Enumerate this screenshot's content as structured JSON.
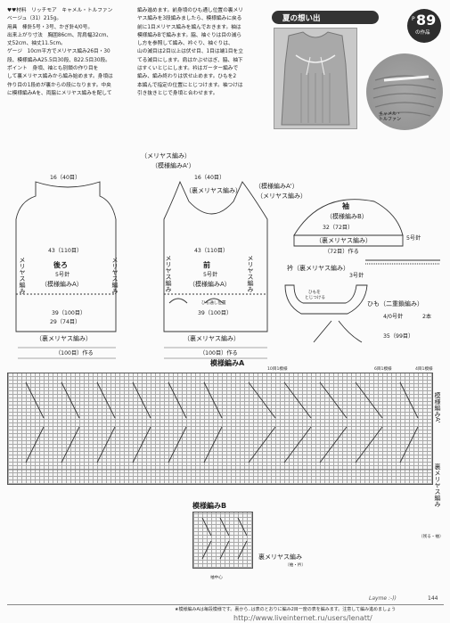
{
  "intro": {
    "col1": [
      "♥♥材料　リッチモア　キャメル・トルファン",
      "ベージュ（31）215g。",
      "用具　棒針5号・3号、かぎ針4/0号。",
      "出来上がり寸法　胸囲86cm、背肩幅32cm、",
      "丈52cm、袖丈11.5cm。",
      "ゲージ　10cm平方でメリヤス編み26目・30",
      "段、模様編みA25.5目30段、B22.5目30段。",
      "ポイント　身頃、袖とも別鎖の作り目を",
      "して裏メリヤス編みから編み始めます。身頃は",
      "作り目の1段めが裏からの段になります。中央",
      "に模様編みAを、両脇にメリヤス編みを配して"
    ],
    "col2": [
      "編み進めます。前身頃のひも通し位置の裏メリ",
      "ヤス編みを3段編みましたら、模様編みに戻る",
      "前に1目メリヤス編みを編んでおきます。袖は",
      "模様編みBで編みます。脇、袖ぐりは目の減ら",
      "し方を参照して編み、衿ぐり、袖ぐりは、",
      "山の減目は2目以上は伏せ目、1目は端1目を立",
      "てる減目にします。肩はかぶせはぎ、脇、袖下",
      "はすくいとじにします。衿はガーター編みで",
      "編み、編み終わりは伏せ止めます。ひもを2",
      "本編んで指定の位置にとじつけます。袖つけは",
      "引き抜きとじで身頃と合わせます。"
    ]
  },
  "header": {
    "title": "夏の想い出",
    "p_label": "P",
    "page_number": "89",
    "note": "の作品"
  },
  "swatch": {
    "caption_line1": "キャメル・",
    "caption_line2": "トルファン"
  },
  "back": {
    "title": "後ろ",
    "sub": "5号針",
    "pattern": "（模様編みA）",
    "left": "メリヤス編み",
    "right": "メリヤス編み",
    "bottom": "（裏メリヤス編み）",
    "dim_top": "16（40目）",
    "dim_mid": "43（110目）",
    "dim_bot": "39（100目）",
    "dim_bot2": "29（74目）",
    "dim_base": "（100目）作る"
  },
  "front": {
    "title": "前",
    "sub": "5号針",
    "pattern": "（模様編みA）",
    "left": "メリヤス編み",
    "right": "メリヤス編み",
    "bottom": "（裏メリヤス編み）",
    "tag_top1": "（メリヤス編み）",
    "tag_top2": "（模様編みA'）",
    "tag_center": "（裏メリヤス編み）",
    "tag_right1": "（模様編みA'）",
    "tag_right2": "（メリヤス編み）",
    "dim_top": "16（40目）",
    "dim_mid": "43（110目）",
    "dim_bot": "39（100目）",
    "dim_base": "（100目）作る",
    "string_pos": "ひも通し位置"
  },
  "sleeve": {
    "title": "袖",
    "pattern": "（模様編みB）",
    "bottom": "（裏メリヤス編み）",
    "needle": "5号針",
    "dim_mid": "32（72目）",
    "dim_base": "（72目）作る"
  },
  "collar": {
    "title": "衿（裏メリヤス編み）",
    "needle": "3号針",
    "note": "ひもを",
    "note2": "とじつける"
  },
  "cord": {
    "title": "ひも（二重鎖編み）",
    "needle": "4/0号針",
    "count": "2本",
    "dim": "35（99目）"
  },
  "chartA": {
    "title": "模様編みA",
    "side1": "模様編みA'",
    "side2": "裏メリヤス編み",
    "side2_sub": "（残る・袖）",
    "repeat1": "10目1模様",
    "repeat2": "6目1模様",
    "repeat3": "4目1模様"
  },
  "chartB": {
    "title": "模様編みB",
    "side": "裏メリヤス編み",
    "side_sub": "（袖・衿）",
    "center": "袖中心"
  },
  "footer": {
    "note": "★模様編みAは毎段模様です。裏から..は表のとおりに編み2目一度の表を編みます。注意して編み進めましょう",
    "brand": "Layme :-))",
    "page": "144",
    "url": "http://www.liveinternet.ru/users/lenatt/"
  },
  "colors": {
    "ink": "#222222",
    "grid": "#aaaaaa",
    "band": "#333333"
  }
}
